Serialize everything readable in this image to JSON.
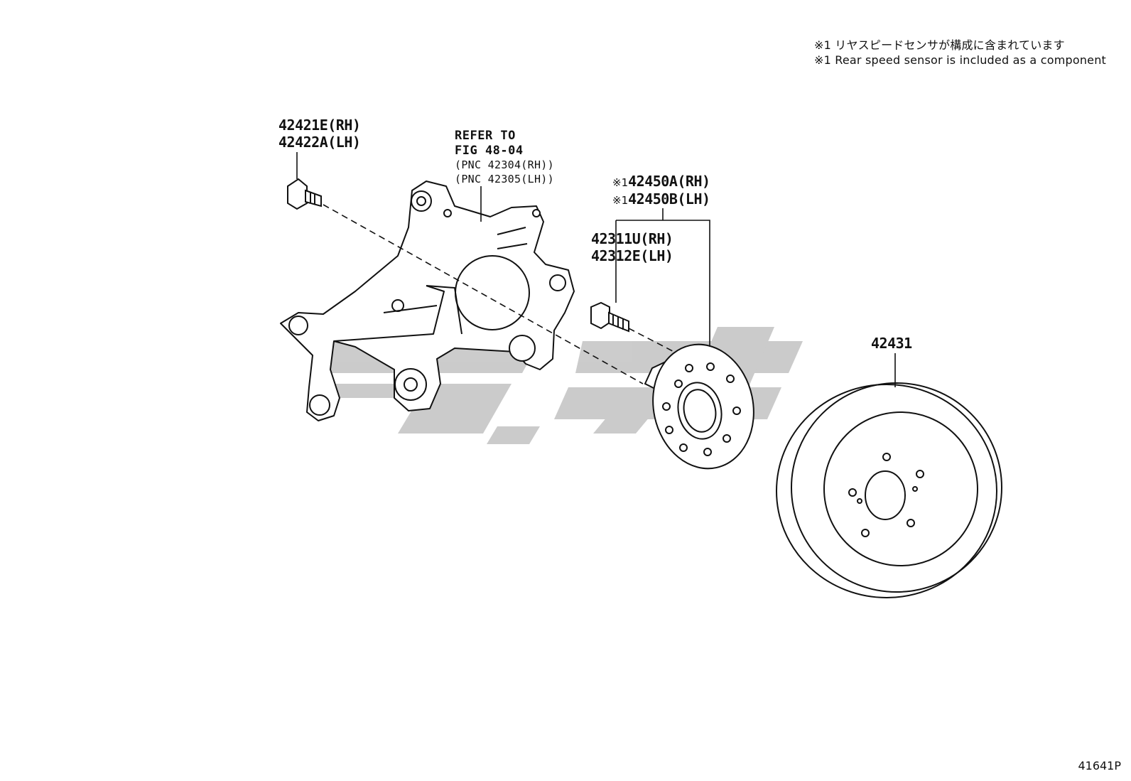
{
  "notes": [
    "※1 リヤスピードセンサが構成に含まれています",
    "※1 Rear speed sensor is included as a component"
  ],
  "callouts": {
    "bolt_rh": "42421E(RH)",
    "bolt_lh": "42422A(LH)",
    "refer_line1": "REFER TO",
    "refer_line2": "FIG 48-04",
    "refer_pnc_rh": "(PNC 42304(RH))",
    "refer_pnc_lh": "(PNC 42305(LH))",
    "hub_mark": "※1",
    "hub_rh": "42450A(RH)",
    "hub_lh": "42450B(LH)",
    "stud_rh": "42311U(RH)",
    "stud_lh": "42312E(LH)",
    "disc": "42431"
  },
  "figure_id": "41641P"
}
